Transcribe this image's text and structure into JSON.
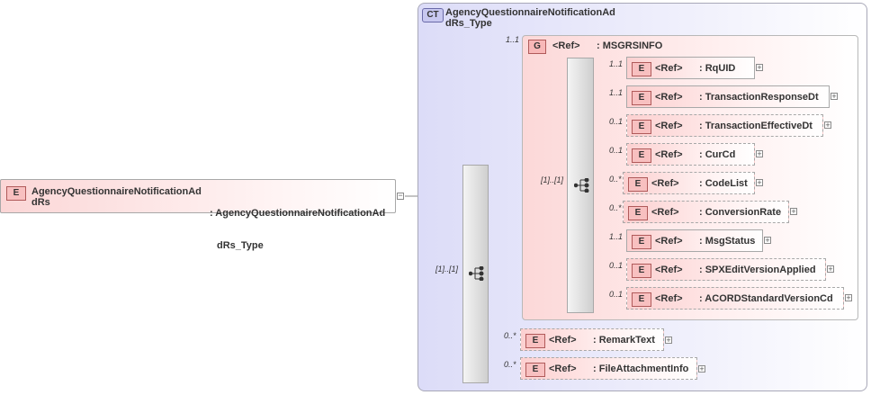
{
  "root": {
    "badge": "E",
    "name_line1": "AgencyQuestionnaireNotificationAd",
    "name_line2": "dRs",
    "type_line1": ": AgencyQuestionnaireNotificationAd",
    "type_line2": "dRs_Type"
  },
  "complex_type": {
    "badge": "CT",
    "title_line1": "AgencyQuestionnaireNotificationAd",
    "title_line2": "dRs_Type"
  },
  "outer_sequence": {
    "cardinality": "[1]..[1]"
  },
  "group": {
    "badge": "G",
    "ref": "<Ref>",
    "name": ": MSGRSINFO",
    "cardinality": "1..1",
    "sequence_cardinality": "[1]..[1]",
    "children": [
      {
        "badge": "E",
        "ref": "<Ref>",
        "name": ": RqUID",
        "cardinality": "1..1"
      },
      {
        "badge": "E",
        "ref": "<Ref>",
        "name": ": TransactionResponseDt",
        "cardinality": "1..1"
      },
      {
        "badge": "E",
        "ref": "<Ref>",
        "name": ": TransactionEffectiveDt",
        "cardinality": "0..1"
      },
      {
        "badge": "E",
        "ref": "<Ref>",
        "name": ": CurCd",
        "cardinality": "0..1"
      },
      {
        "badge": "E",
        "ref": "<Ref>",
        "name": ": CodeList",
        "cardinality": "0..*"
      },
      {
        "badge": "E",
        "ref": "<Ref>",
        "name": ": ConversionRate",
        "cardinality": "0..*"
      },
      {
        "badge": "E",
        "ref": "<Ref>",
        "name": ": MsgStatus",
        "cardinality": "1..1"
      },
      {
        "badge": "E",
        "ref": "<Ref>",
        "name": ": SPXEditVersionApplied",
        "cardinality": "0..1"
      },
      {
        "badge": "E",
        "ref": "<Ref>",
        "name": ": ACORDStandardVersionCd",
        "cardinality": "0..1"
      }
    ]
  },
  "extra": [
    {
      "badge": "E",
      "ref": "<Ref>",
      "name": ": RemarkText",
      "cardinality": "0..*"
    },
    {
      "badge": "E",
      "ref": "<Ref>",
      "name": ": FileAttachmentInfo",
      "cardinality": "0..*"
    }
  ],
  "expand_symbol": "+",
  "collapse_symbol": "−"
}
